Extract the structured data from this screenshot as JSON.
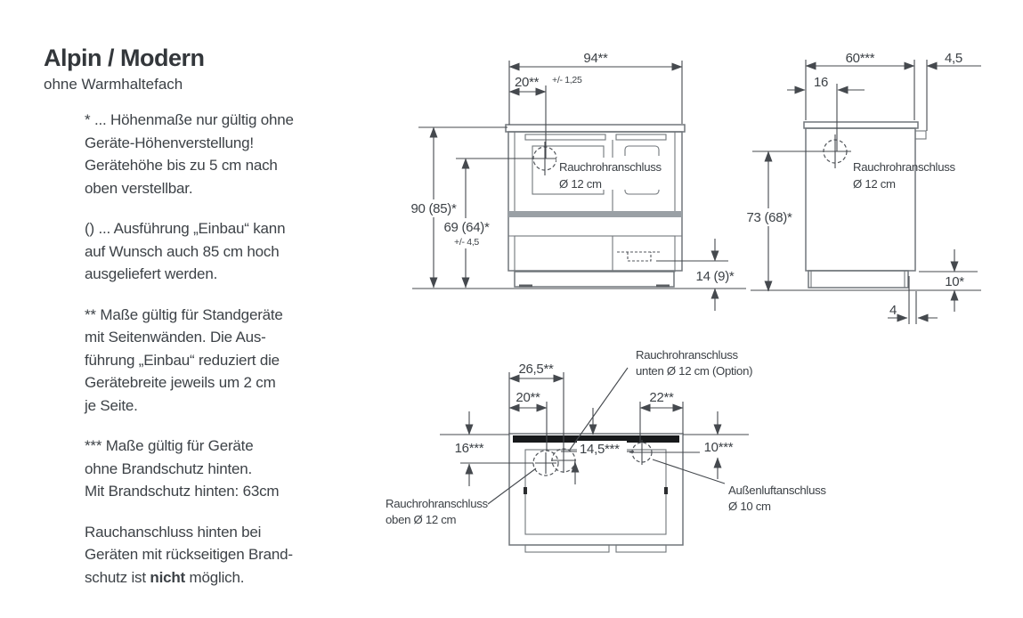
{
  "header": {
    "title": "Alpin / Modern",
    "subtitle": "ohne Warmhaltefach"
  },
  "notes": {
    "note1": "* ... Höhenmaße nur gültig ohne\nGeräte-Höhenverstellung!\nGerätehöhe bis zu 5 cm nach\noben verstellbar.",
    "note2": "() ... Ausführung „Einbau“ kann\nauf Wunsch auch 85 cm hoch\nausgeliefert werden.",
    "note3": "**  Maße gültig für Standgeräte\nmit Seitenwänden. Die Aus-\nführung „Einbau“ reduziert die\nGerätebreite jeweils um 2 cm\nje Seite.",
    "note4": "***  Maße gültig für Geräte\nohne Brandschutz hinten.\nMit Brandschutz hinten: 63cm",
    "note5_pre": "Rauchanschluss hinten bei\nGeräten mit rückseitigen Brand-\nschutz ist ",
    "note5_bold": "nicht",
    "note5_post": " möglich."
  },
  "front_view": {
    "dim_width": "94**",
    "dim_flue_offset": "20**",
    "dim_flue_offset_tolerance": "+/- 1,25",
    "dim_height": "90 (85)*",
    "dim_flue_height": "69 (64)*",
    "dim_flue_height_tolerance": "+/- 4,5",
    "dim_bottom": "14 (9)*",
    "flue_label_line1": "Rauchrohranschluss",
    "flue_label_line2": "Ø 12 cm"
  },
  "side_view": {
    "dim_depth": "60***",
    "dim_rear": "4,5",
    "dim_flue_offset": "16",
    "dim_flue_height": "73 (68)*",
    "dim_plinth": "10*",
    "dim_recess": "4",
    "flue_label_line1": "Rauchrohranschluss",
    "flue_label_line2": "Ø 12 cm"
  },
  "rear_view": {
    "dim_flue_bottom_offset": "26,5**",
    "dim_flue_top_offset": "20**",
    "dim_air_offset": "22**",
    "dim_left": "16***",
    "dim_mid": "14,5***",
    "dim_right": "10***",
    "flue_bottom_label_line1": "Rauchrohranschluss",
    "flue_bottom_label_line2": "unten Ø 12 cm (Option)",
    "flue_top_label_line1": "Rauchrohranschluss",
    "flue_top_label_line2": "oben Ø 12 cm",
    "air_label_line1": "Außenluftanschluss",
    "air_label_line2": "Ø 10 cm"
  },
  "colors": {
    "outline": "#71767b",
    "dimension": "#45494e",
    "text": "#3c4146",
    "band": "#9aa0a5",
    "strip": "#17191b"
  }
}
